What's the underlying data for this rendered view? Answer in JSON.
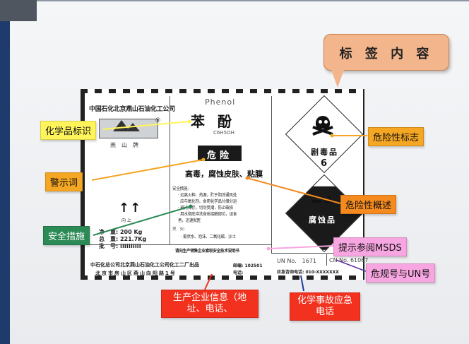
{
  "slide": {
    "title": "标 签 内 容"
  },
  "label": {
    "company_top": "中国石化北京燕山石油化工公司",
    "reg_mark": "®",
    "brand": "燕山牌",
    "en_name": "Phenol",
    "cn_name": "苯酚",
    "formula": "C6H5OH",
    "signal_word": "危险",
    "hazard_statement": "高毒，腐蚀皮肤、粘膜",
    "precaution_title": "安全措施:",
    "precautions": [
      "· 远离火种、热源，贮于阴凉通风处",
      "· 应与氧化剂、食用化学品分储分运",
      "· 避光保存，切勿受潮，防止破损",
      "· 用水彻底冲洗身体接触部位，误食",
      "  者，迅速就医"
    ],
    "fire_title": "灭　火:",
    "fire_text": "· 雾状水、泡沫、二氧化碳、沙土",
    "arrows": "↑↑",
    "arrow_caption": "向 上",
    "net_weight": "净　重: 200 Kg",
    "gross_weight": "总　重: 221.7Kg",
    "batch": "批　号: IIIIIIIIII",
    "msds_note": "请向生产销售企业索取安全技术说明书",
    "company_bottom": "中石化总公司北京燕山石油化工公司化工二厂出品",
    "address": "北京市房山区燕山向阳路1号",
    "postal": "邮编: 102501",
    "phone": "电话:",
    "un_no": "UN No.　1671",
    "cn_no": "CN No. 61067",
    "emergency": "应急咨询电话: 010-XXXXXXX",
    "toxic_label": "剧毒品",
    "toxic_class": "6",
    "corrosive_label": "腐蚀品"
  },
  "callouts": {
    "chemical_id": "化学品标识",
    "hazard_symbol": "危险性标志",
    "signal_word": "警示词",
    "hazard_overview": "危险性概述",
    "safety_measures": "安全措施",
    "msds": "提示参阅MSDS",
    "un_number": "危规号与UN号",
    "manufacturer": "生产企业信息（地址、电话、",
    "emergency_phone": "化学事故应急电话"
  },
  "colors": {
    "yellow": "#fff45a",
    "orange": "#f5a623",
    "green": "#2c8a56",
    "pink": "#f7a6e1",
    "red": "#f2321f",
    "navy": "#1f3b6b"
  }
}
